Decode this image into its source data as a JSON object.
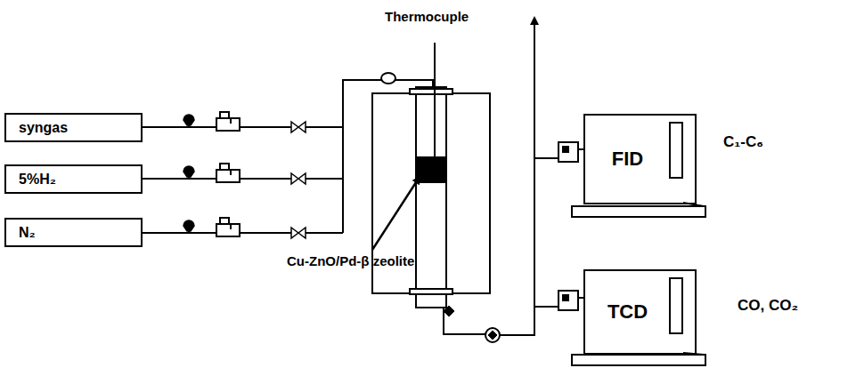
{
  "diagram": {
    "nodes": [
      {
        "text": [
          "syngas"
        ]
      },
      {
        "text": [
          "5%H₂"
        ]
      },
      {
        "text": [
          "N₂"
        ]
      },
      {
        "text": [
          "FID"
        ]
      },
      {
        "text": [
          "TCD"
        ]
      }
    ],
    "labels": [
      "Thermocuple",
      "Cu-ZnO/Pd-β zeolite",
      "C₁-C₆",
      "CO, CO₂"
    ]
  }
}
